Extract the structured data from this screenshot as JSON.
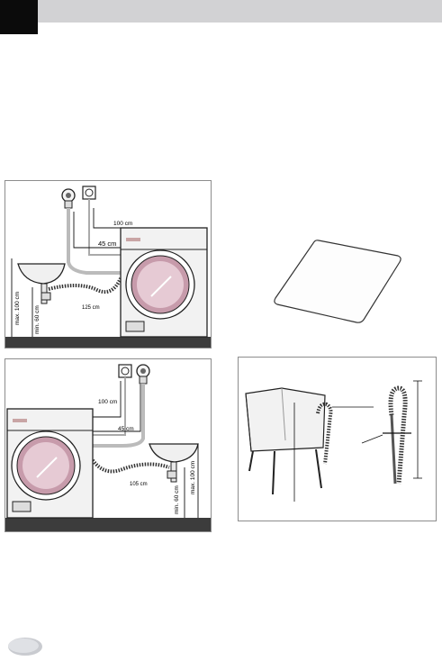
{
  "header": {
    "accent": "#0b0b0b",
    "bar_color": "#d2d2d4"
  },
  "figure_a": {
    "labels": {
      "faucet_height": "100 cm",
      "top_distance": "45 cm",
      "hose_length": "125 cm",
      "max_height": "max. 100 cm",
      "min_height": "min. 60 cm"
    }
  },
  "figure_b": {
    "labels": {
      "faucet_height": "100 cm",
      "top_distance": "45 cm",
      "hose_length": "105 cm",
      "max_height": "max. 100 cm",
      "min_height": "min. 60 cm"
    }
  },
  "icons": {
    "water_tap": "water-tap-icon",
    "power_socket": "power-socket-icon",
    "drain_hose": "drain-hose-icon",
    "washing_machine": "washing-machine-icon",
    "sink": "sink-icon",
    "laundry_tub": "laundry-tub-icon",
    "hose_guide": "hose-guide-icon",
    "floor_mat": "floor-mat-icon"
  }
}
